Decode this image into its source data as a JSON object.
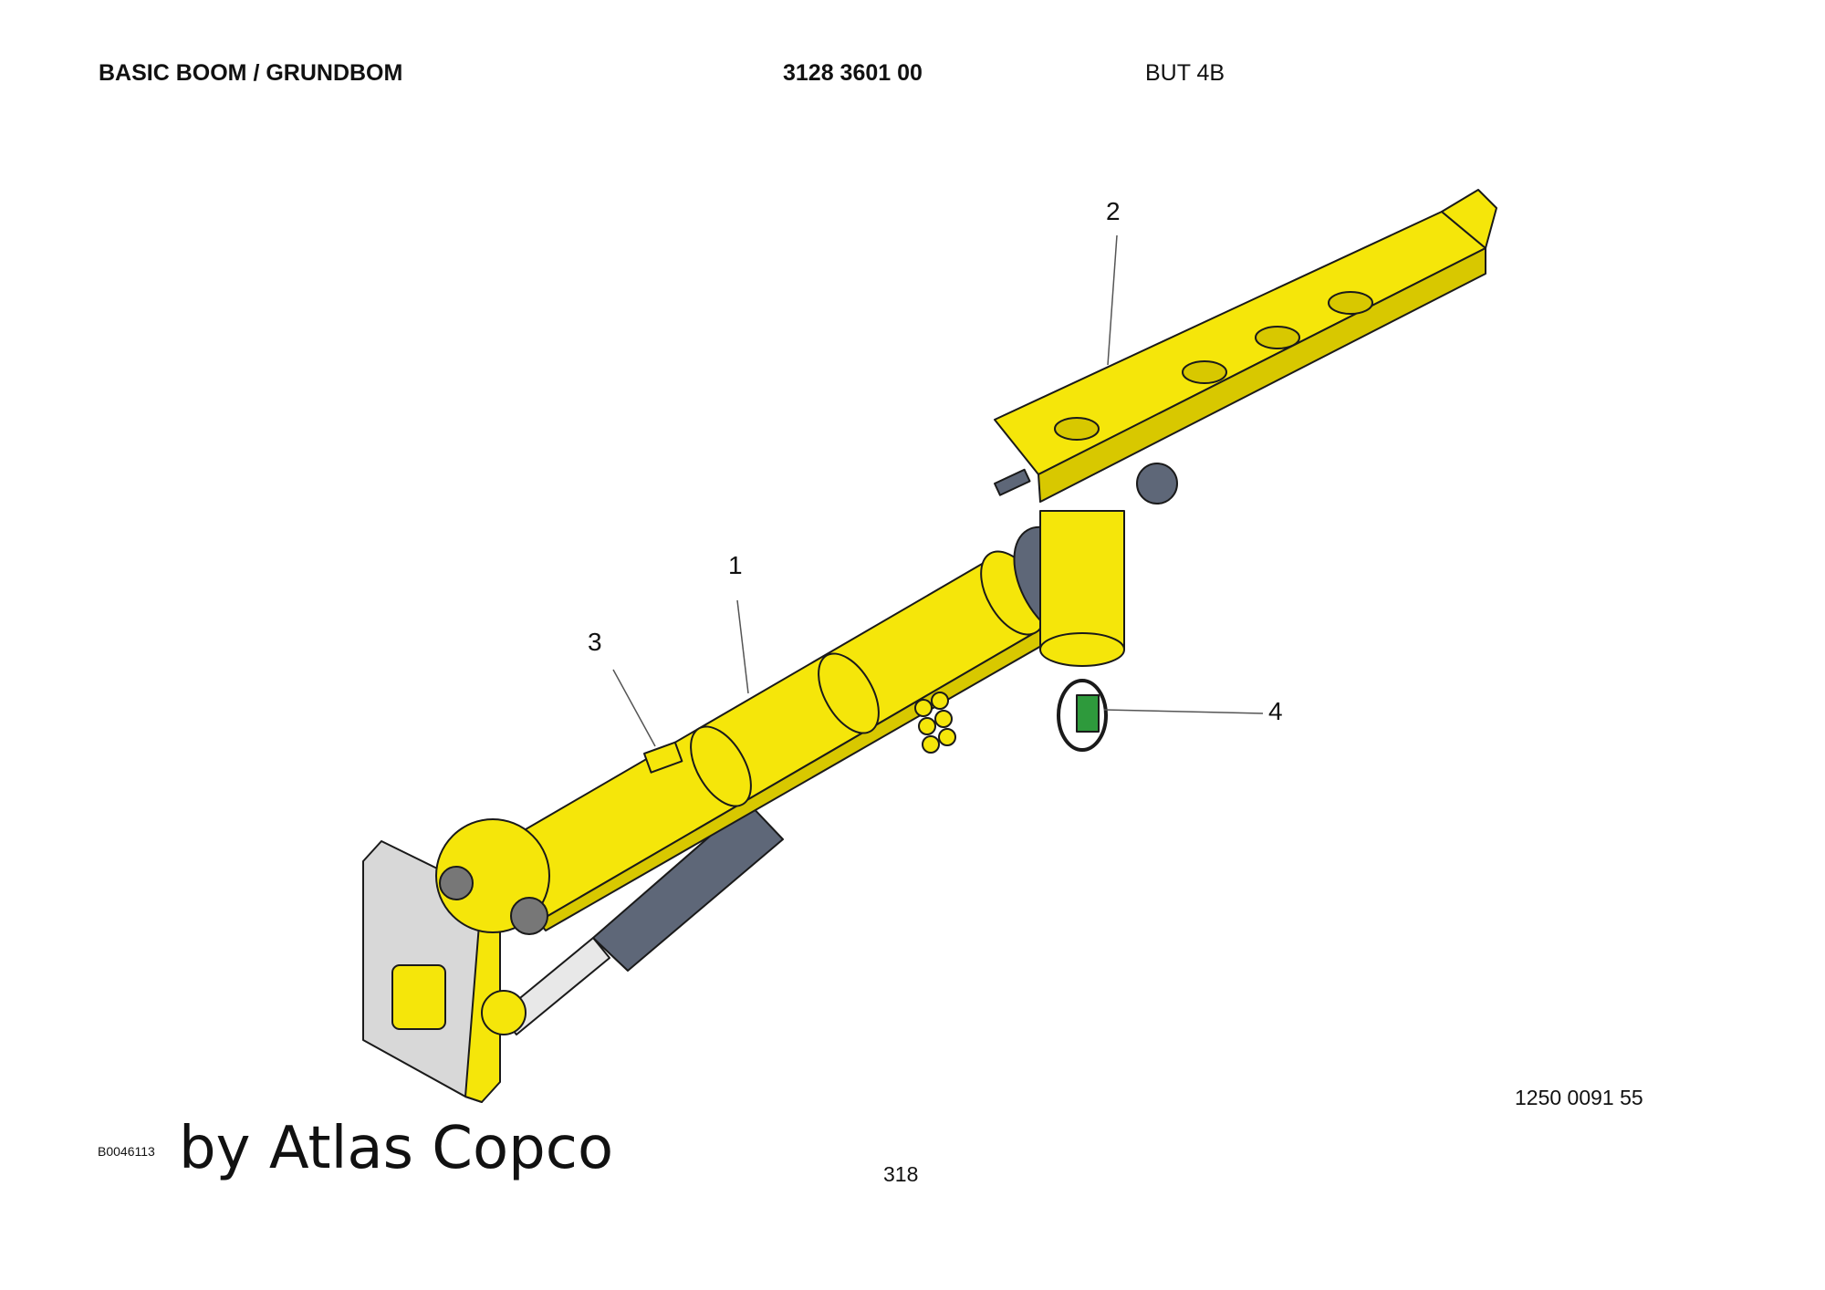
{
  "header": {
    "title": "BASIC BOOM / GRUNDBOM",
    "part_number": "3128 3601 00",
    "model": "BUT 4B"
  },
  "callouts": [
    "1",
    "2",
    "3",
    "4"
  ],
  "footer": {
    "document_ref": "1250 0091 55",
    "image_id": "B0046113",
    "brand_text": "by Atlas Copco",
    "page_number": "318"
  },
  "colors": {
    "boom_yellow": "#f5e60a",
    "boom_shade": "#d8c800",
    "cylinder": "#5e6778",
    "plate_grey": "#d8d8d8",
    "ring_green": "#2e9a3c",
    "outline": "#1a1a1a"
  }
}
